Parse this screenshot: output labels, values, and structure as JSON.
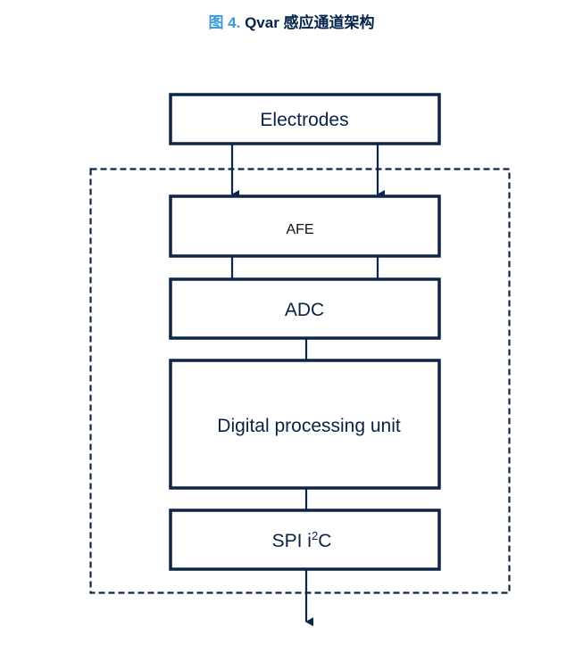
{
  "title": {
    "figure_number": "图 4.",
    "text": "Qvar 感应通道架构"
  },
  "colors": {
    "figure_number": "#3a9bd5",
    "title_text": "#03234b",
    "stroke": "#0d2547",
    "label": "#0a2244",
    "afe_label": "#111111"
  },
  "blocks": [
    {
      "id": "electrodes",
      "label": "Electrodes"
    },
    {
      "id": "afe",
      "label": "AFE"
    },
    {
      "id": "adc",
      "label": "ADC"
    },
    {
      "id": "dpu",
      "label": "Digital processing unit"
    },
    {
      "id": "spi",
      "label": "SPI i",
      "superscript": "2",
      "label_suffix": "C"
    }
  ],
  "boundary": {
    "style": "dashed",
    "contains": [
      "afe",
      "adc",
      "dpu",
      "spi"
    ]
  },
  "connections": [
    {
      "from": "electrodes",
      "to": "afe",
      "type": "arrow",
      "count": 2
    },
    {
      "from": "afe",
      "to": "adc",
      "type": "line",
      "count": 2
    },
    {
      "from": "adc",
      "to": "dpu",
      "type": "line",
      "count": 1
    },
    {
      "from": "dpu",
      "to": "spi",
      "type": "line",
      "count": 1
    },
    {
      "from": "spi",
      "to": "output",
      "type": "arrow",
      "count": 1
    }
  ]
}
